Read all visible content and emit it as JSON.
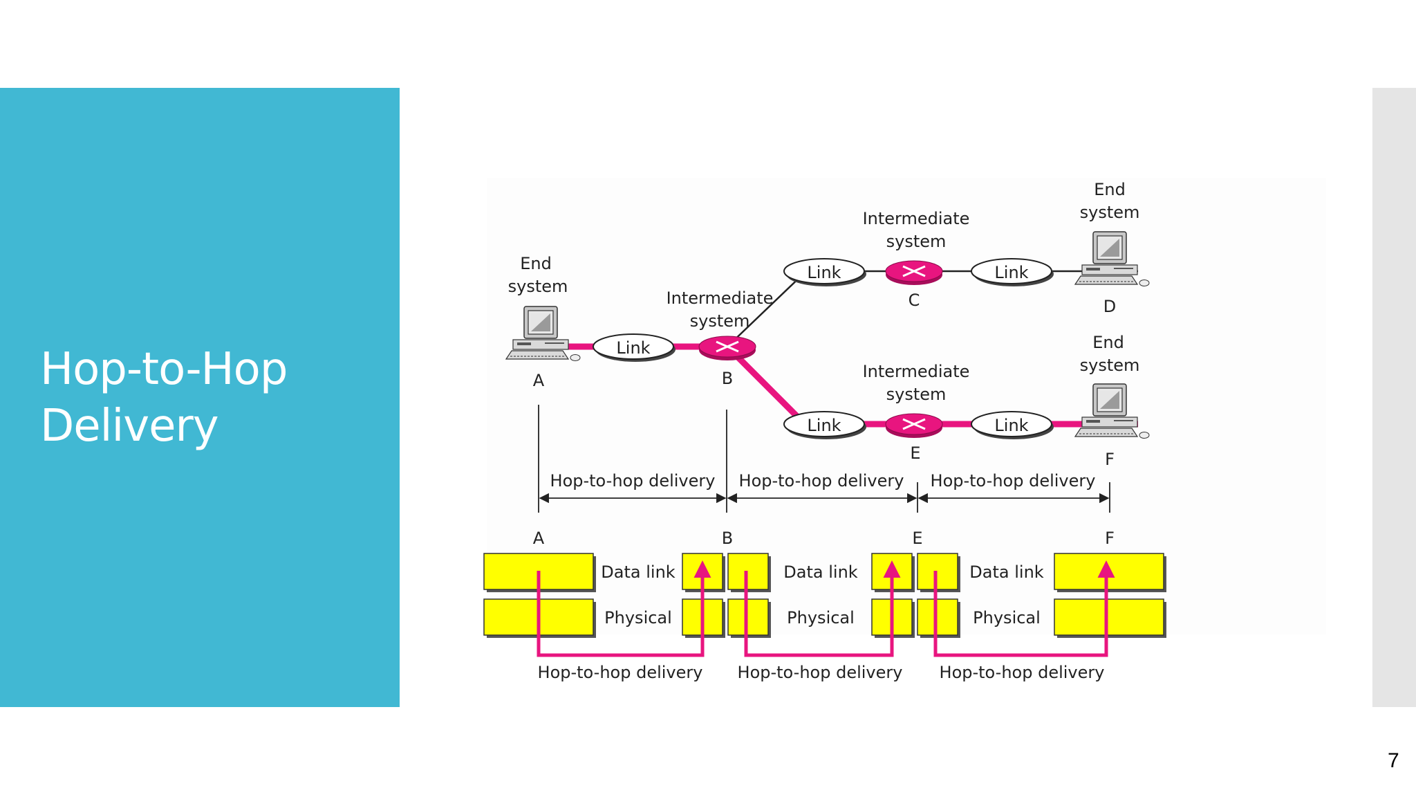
{
  "slide": {
    "title_line1": "Hop-to-Hop",
    "title_line2": "Delivery",
    "page_number": "7",
    "colors": {
      "title_panel": "#41b8d3",
      "right_strip": "#e5e5e5",
      "path": "#e8157f",
      "router": "#e8157f",
      "layer_box": "#ffff00"
    }
  },
  "diagram": {
    "labels": {
      "end": "End",
      "system": "system",
      "intermediate": "Intermediate",
      "link": "Link",
      "hop": "Hop-to-hop delivery",
      "data_link": "Data link",
      "physical": "Physical"
    },
    "nodes": {
      "a": "A",
      "b": "B",
      "c": "C",
      "d": "D",
      "e": "E",
      "f": "F"
    },
    "icons": [
      "computer-icon",
      "router-icon"
    ]
  }
}
